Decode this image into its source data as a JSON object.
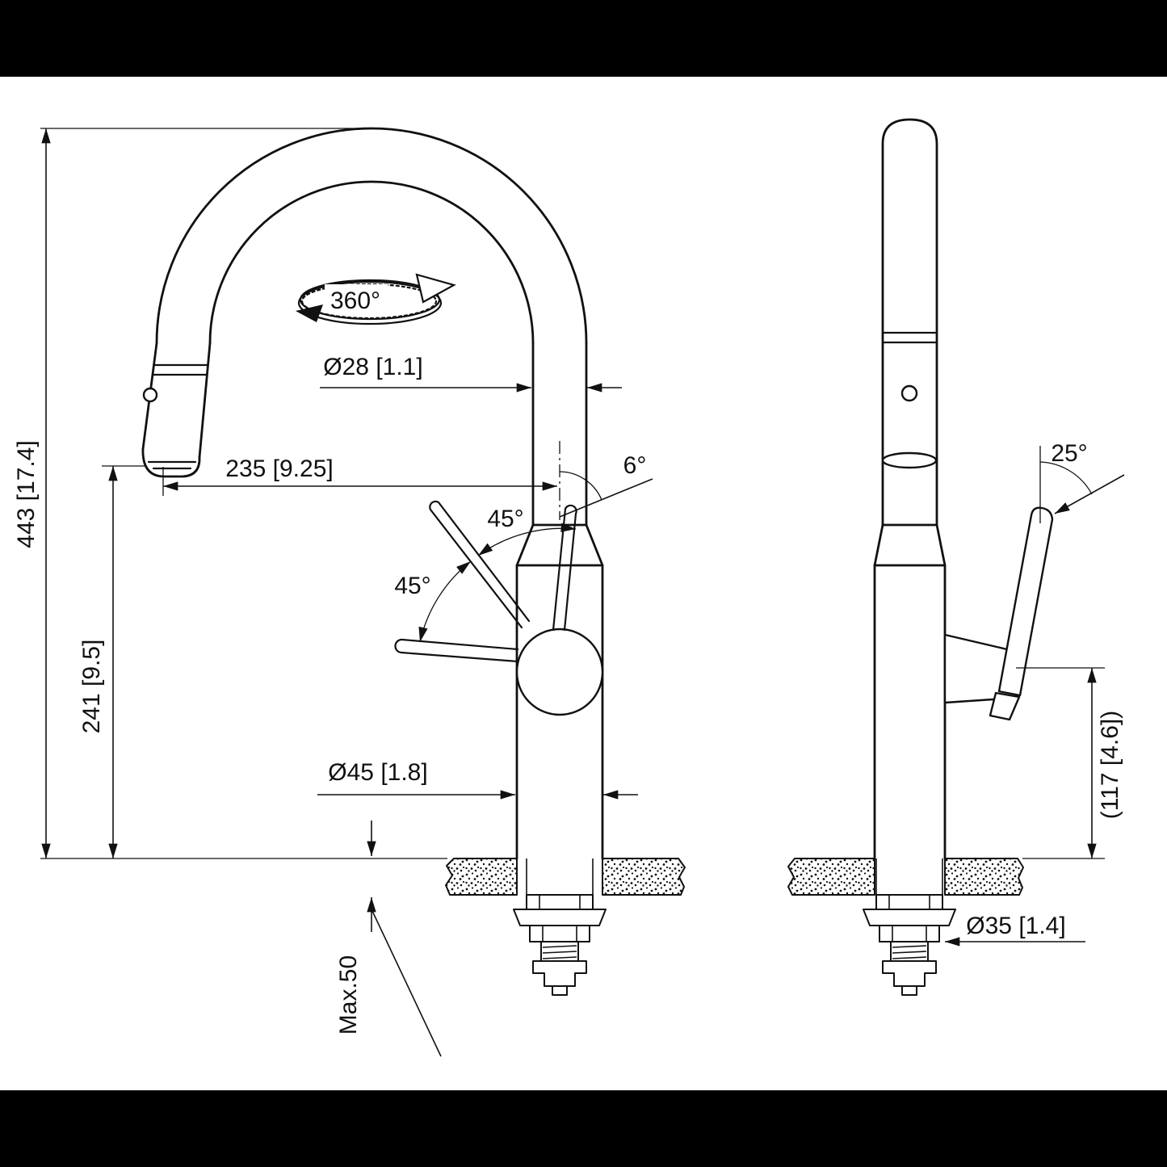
{
  "diagram": {
    "type": "technical-dimension-drawing",
    "front": {
      "overall_height": "443 [17.4]",
      "outlet_height": "241 [9.5]",
      "reach": "235 [9.25]",
      "spout_diameter": "Ø28 [1.1]",
      "swivel": "360°",
      "spout_tilt": "6°",
      "handle_arc_upper": "45°",
      "handle_arc_lower": "45°",
      "body_diameter": "Ø45 [1.8]",
      "max_deck_thickness": "Max.50"
    },
    "side": {
      "handle_angle": "25°",
      "handle_height": "(117 [4.6])",
      "mount_hole_diameter": "Ø35 [1.4]"
    },
    "colors": {
      "line": "#111111",
      "background": "#ffffff",
      "letterbox": "#000000"
    }
  }
}
